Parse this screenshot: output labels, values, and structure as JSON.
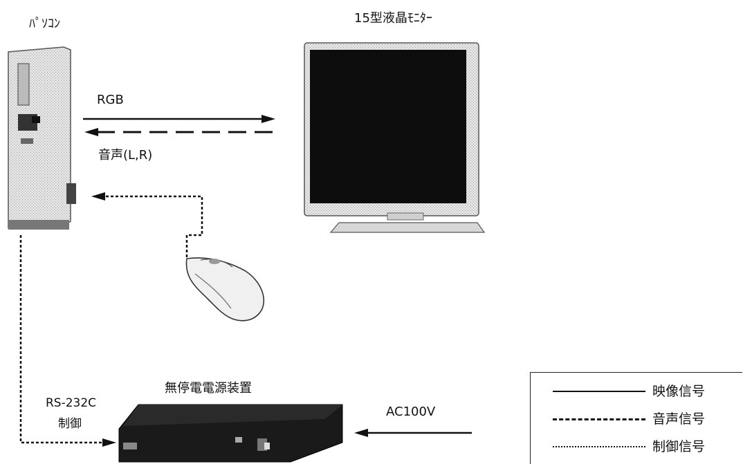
{
  "labels": {
    "pc": "ﾊﾟｿｺﾝ",
    "monitor": "15型液晶ﾓﾆﾀｰ",
    "rgb": "RGB",
    "audio": "音声(L,R)",
    "rs232c": "RS-232C",
    "control": "制御",
    "ups": "無停電電源装置",
    "ac": "AC100V"
  },
  "legend": [
    {
      "style": "solid",
      "label": "映像信号"
    },
    {
      "style": "dashed",
      "label": "音声信号"
    },
    {
      "style": "dotted",
      "label": "制御信号"
    }
  ],
  "colors": {
    "line": "#111111",
    "device_dark": "#1a1a1a",
    "device_light": "#e6e6e6"
  }
}
